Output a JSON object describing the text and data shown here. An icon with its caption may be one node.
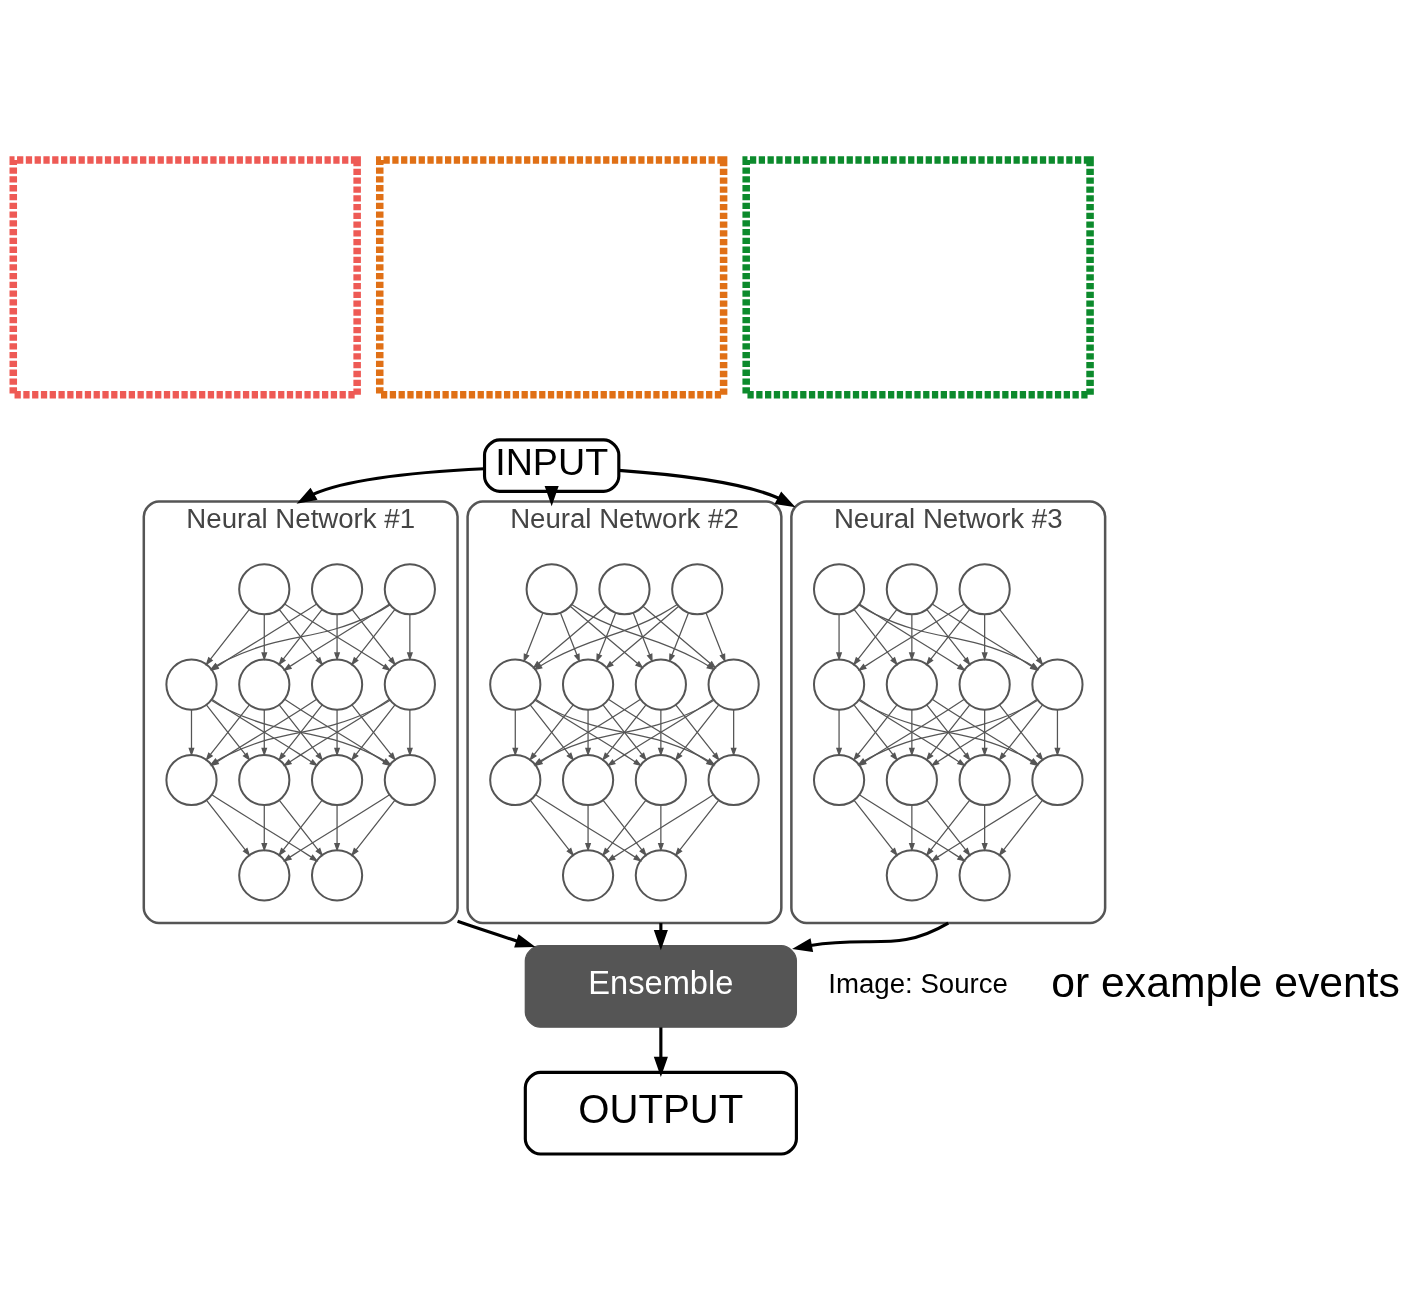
{
  "diagram": {
    "nodes": [
      {
        "text": [],
        "shape": "box"
      },
      {
        "text": [],
        "shape": "box"
      },
      {
        "text": [],
        "shape": "box"
      },
      {
        "text": [
          "INPUT"
        ]
      },
      {
        "text": [
          "Neural Network #1"
        ]
      },
      {
        "text": [],
        "shape": "circle",
        "in": 4
      },
      {
        "text": [],
        "shape": "circle",
        "in": 4
      },
      {
        "text": [],
        "shape": "circle",
        "in": 4
      },
      {
        "text": [],
        "shape": "circle",
        "in": 4
      },
      {
        "text": [],
        "shape": "circle",
        "in": 4
      },
      {
        "text": [],
        "shape": "circle",
        "in": 4
      },
      {
        "text": [],
        "shape": "circle",
        "in": 4
      },
      {
        "text": [],
        "shape": "circle",
        "in": 4
      },
      {
        "text": [],
        "shape": "circle",
        "in": 4
      },
      {
        "text": [],
        "shape": "circle",
        "in": 4
      },
      {
        "text": [],
        "shape": "circle",
        "in": 4
      },
      {
        "text": [],
        "shape": "circle",
        "in": 4
      },
      {
        "text": [],
        "shape": "circle",
        "in": 4
      },
      {
        "text": [
          "Neural Network #2"
        ]
      },
      {
        "text": [],
        "shape": "circle",
        "in": 18
      },
      {
        "text": [],
        "shape": "circle",
        "in": 18
      },
      {
        "text": [],
        "shape": "circle",
        "in": 18
      },
      {
        "text": [],
        "shape": "circle",
        "in": 18
      },
      {
        "text": [],
        "shape": "circle",
        "in": 18
      },
      {
        "text": [],
        "shape": "circle",
        "in": 18
      },
      {
        "text": [],
        "shape": "circle",
        "in": 18
      },
      {
        "text": [],
        "shape": "circle",
        "in": 18
      },
      {
        "text": [],
        "shape": "circle",
        "in": 18
      },
      {
        "text": [],
        "shape": "circle",
        "in": 18
      },
      {
        "text": [],
        "shape": "circle",
        "in": 18
      },
      {
        "text": [],
        "shape": "circle",
        "in": 18
      },
      {
        "text": [],
        "shape": "circle",
        "in": 18
      },
      {
        "text": [
          "Neural Network #3"
        ]
      },
      {
        "text": [],
        "shape": "circle",
        "in": 32
      },
      {
        "text": [],
        "shape": "circle",
        "in": 32
      },
      {
        "text": [],
        "shape": "circle",
        "in": 32
      },
      {
        "text": [],
        "shape": "circle",
        "in": 32
      },
      {
        "text": [],
        "shape": "circle",
        "in": 32
      },
      {
        "text": [],
        "shape": "circle",
        "in": 32
      },
      {
        "text": [],
        "shape": "circle",
        "in": 32
      },
      {
        "text": [],
        "shape": "circle",
        "in": 32
      },
      {
        "text": [],
        "shape": "circle",
        "in": 32
      },
      {
        "text": [],
        "shape": "circle",
        "in": 32
      },
      {
        "text": [],
        "shape": "circle",
        "in": 32
      },
      {
        "text": [],
        "shape": "circle",
        "in": 32
      },
      {
        "text": [],
        "shape": "circle",
        "in": 32
      },
      {
        "text": [
          "Ensemble"
        ]
      },
      {
        "text": [
          "OUTPUT"
        ]
      }
    ],
    "edges": [
      {
        "from": 3,
        "to": 4,
        "arrow": "to"
      },
      {
        "from": 3,
        "to": 18,
        "arrow": "to"
      },
      {
        "from": 3,
        "to": 32,
        "arrow": "to"
      },
      {
        "from": 5,
        "to": 8,
        "arrow": "to"
      },
      {
        "from": 5,
        "to": 9,
        "arrow": "to"
      },
      {
        "from": 5,
        "to": 10,
        "arrow": "to"
      },
      {
        "from": 5,
        "to": 11,
        "arrow": "to"
      },
      {
        "from": 6,
        "to": 8,
        "arrow": "to"
      },
      {
        "from": 6,
        "to": 9,
        "arrow": "to"
      },
      {
        "from": 6,
        "to": 10,
        "arrow": "to"
      },
      {
        "from": 6,
        "to": 11,
        "arrow": "to"
      },
      {
        "from": 7,
        "to": 8,
        "arrow": "to"
      },
      {
        "from": 7,
        "to": 9,
        "arrow": "to"
      },
      {
        "from": 7,
        "to": 10,
        "arrow": "to"
      },
      {
        "from": 7,
        "to": 11,
        "arrow": "to"
      },
      {
        "from": 8,
        "to": 12,
        "arrow": "to"
      },
      {
        "from": 8,
        "to": 13,
        "arrow": "to"
      },
      {
        "from": 8,
        "to": 14,
        "arrow": "to"
      },
      {
        "from": 8,
        "to": 15,
        "arrow": "to"
      },
      {
        "from": 9,
        "to": 12,
        "arrow": "to"
      },
      {
        "from": 9,
        "to": 13,
        "arrow": "to"
      },
      {
        "from": 9,
        "to": 14,
        "arrow": "to"
      },
      {
        "from": 9,
        "to": 15,
        "arrow": "to"
      },
      {
        "from": 10,
        "to": 12,
        "arrow": "to"
      },
      {
        "from": 10,
        "to": 13,
        "arrow": "to"
      },
      {
        "from": 10,
        "to": 14,
        "arrow": "to"
      },
      {
        "from": 10,
        "to": 15,
        "arrow": "to"
      },
      {
        "from": 11,
        "to": 12,
        "arrow": "to"
      },
      {
        "from": 11,
        "to": 13,
        "arrow": "to"
      },
      {
        "from": 11,
        "to": 14,
        "arrow": "to"
      },
      {
        "from": 11,
        "to": 15,
        "arrow": "to"
      },
      {
        "from": 12,
        "to": 16,
        "arrow": "to"
      },
      {
        "from": 12,
        "to": 17,
        "arrow": "to"
      },
      {
        "from": 13,
        "to": 16,
        "arrow": "to"
      },
      {
        "from": 13,
        "to": 17,
        "arrow": "to"
      },
      {
        "from": 14,
        "to": 16,
        "arrow": "to"
      },
      {
        "from": 14,
        "to": 17,
        "arrow": "to"
      },
      {
        "from": 15,
        "to": 16,
        "arrow": "to"
      },
      {
        "from": 15,
        "to": 17,
        "arrow": "to"
      },
      {
        "from": 19,
        "to": 22,
        "arrow": "to"
      },
      {
        "from": 19,
        "to": 23,
        "arrow": "to"
      },
      {
        "from": 19,
        "to": 24,
        "arrow": "to"
      },
      {
        "from": 19,
        "to": 25,
        "arrow": "to"
      },
      {
        "from": 20,
        "to": 22,
        "arrow": "to"
      },
      {
        "from": 20,
        "to": 23,
        "arrow": "to"
      },
      {
        "from": 20,
        "to": 24,
        "arrow": "to"
      },
      {
        "from": 20,
        "to": 25,
        "arrow": "to"
      },
      {
        "from": 21,
        "to": 22,
        "arrow": "to"
      },
      {
        "from": 21,
        "to": 23,
        "arrow": "to"
      },
      {
        "from": 21,
        "to": 24,
        "arrow": "to"
      },
      {
        "from": 21,
        "to": 25,
        "arrow": "to"
      },
      {
        "from": 22,
        "to": 26,
        "arrow": "to"
      },
      {
        "from": 22,
        "to": 27,
        "arrow": "to"
      },
      {
        "from": 22,
        "to": 28,
        "arrow": "to"
      },
      {
        "from": 22,
        "to": 29,
        "arrow": "to"
      },
      {
        "from": 23,
        "to": 26,
        "arrow": "to"
      },
      {
        "from": 23,
        "to": 27,
        "arrow": "to"
      },
      {
        "from": 23,
        "to": 28,
        "arrow": "to"
      },
      {
        "from": 23,
        "to": 29,
        "arrow": "to"
      },
      {
        "from": 24,
        "to": 26,
        "arrow": "to"
      },
      {
        "from": 24,
        "to": 27,
        "arrow": "to"
      },
      {
        "from": 24,
        "to": 28,
        "arrow": "to"
      },
      {
        "from": 24,
        "to": 29,
        "arrow": "to"
      },
      {
        "from": 25,
        "to": 26,
        "arrow": "to"
      },
      {
        "from": 25,
        "to": 27,
        "arrow": "to"
      },
      {
        "from": 25,
        "to": 28,
        "arrow": "to"
      },
      {
        "from": 25,
        "to": 29,
        "arrow": "to"
      },
      {
        "from": 26,
        "to": 30,
        "arrow": "to"
      },
      {
        "from": 26,
        "to": 31,
        "arrow": "to"
      },
      {
        "from": 27,
        "to": 30,
        "arrow": "to"
      },
      {
        "from": 27,
        "to": 31,
        "arrow": "to"
      },
      {
        "from": 28,
        "to": 30,
        "arrow": "to"
      },
      {
        "from": 28,
        "to": 31,
        "arrow": "to"
      },
      {
        "from": 29,
        "to": 30,
        "arrow": "to"
      },
      {
        "from": 29,
        "to": 31,
        "arrow": "to"
      },
      {
        "from": 33,
        "to": 36,
        "arrow": "to"
      },
      {
        "from": 33,
        "to": 37,
        "arrow": "to"
      },
      {
        "from": 33,
        "to": 38,
        "arrow": "to"
      },
      {
        "from": 33,
        "to": 39,
        "arrow": "to"
      },
      {
        "from": 34,
        "to": 36,
        "arrow": "to"
      },
      {
        "from": 34,
        "to": 37,
        "arrow": "to"
      },
      {
        "from": 34,
        "to": 38,
        "arrow": "to"
      },
      {
        "from": 34,
        "to": 39,
        "arrow": "to"
      },
      {
        "from": 35,
        "to": 36,
        "arrow": "to"
      },
      {
        "from": 35,
        "to": 37,
        "arrow": "to"
      },
      {
        "from": 35,
        "to": 38,
        "arrow": "to"
      },
      {
        "from": 35,
        "to": 39,
        "arrow": "to"
      },
      {
        "from": 36,
        "to": 40,
        "arrow": "to"
      },
      {
        "from": 36,
        "to": 41,
        "arrow": "to"
      },
      {
        "from": 36,
        "to": 42,
        "arrow": "to"
      },
      {
        "from": 36,
        "to": 43,
        "arrow": "to"
      },
      {
        "from": 37,
        "to": 40,
        "arrow": "to"
      },
      {
        "from": 37,
        "to": 41,
        "arrow": "to"
      },
      {
        "from": 37,
        "to": 42,
        "arrow": "to"
      },
      {
        "from": 37,
        "to": 43,
        "arrow": "to"
      },
      {
        "from": 38,
        "to": 40,
        "arrow": "to"
      },
      {
        "from": 38,
        "to": 41,
        "arrow": "to"
      },
      {
        "from": 38,
        "to": 42,
        "arrow": "to"
      },
      {
        "from": 38,
        "to": 43,
        "arrow": "to"
      },
      {
        "from": 39,
        "to": 40,
        "arrow": "to"
      },
      {
        "from": 39,
        "to": 41,
        "arrow": "to"
      },
      {
        "from": 39,
        "to": 42,
        "arrow": "to"
      },
      {
        "from": 39,
        "to": 43,
        "arrow": "to"
      },
      {
        "from": 40,
        "to": 44,
        "arrow": "to"
      },
      {
        "from": 40,
        "to": 45,
        "arrow": "to"
      },
      {
        "from": 41,
        "to": 44,
        "arrow": "to"
      },
      {
        "from": 41,
        "to": 45,
        "arrow": "to"
      },
      {
        "from": 42,
        "to": 44,
        "arrow": "to"
      },
      {
        "from": 42,
        "to": 45,
        "arrow": "to"
      },
      {
        "from": 43,
        "to": 44,
        "arrow": "to"
      },
      {
        "from": 43,
        "to": 45,
        "arrow": "to"
      },
      {
        "from": 4,
        "to": 46,
        "arrow": "to"
      },
      {
        "from": 18,
        "to": 46,
        "arrow": "to"
      },
      {
        "from": 32,
        "to": 46,
        "arrow": "to"
      },
      {
        "from": 46,
        "to": 47,
        "arrow": "to"
      }
    ],
    "labels": [
      "Image: Source",
      "or example events"
    ]
  }
}
